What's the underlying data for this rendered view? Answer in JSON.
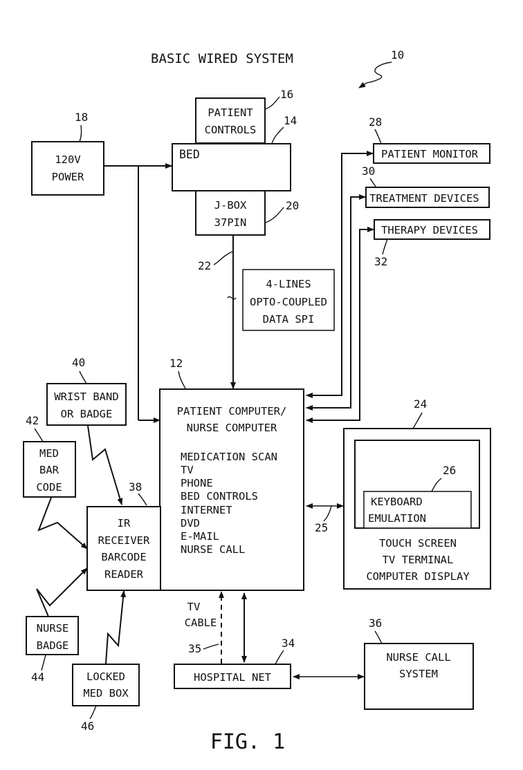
{
  "title": "BASIC WIRED SYSTEM",
  "figure_label": "FIG. 1",
  "refs": {
    "system": "10",
    "computer": "12",
    "bed": "14",
    "controls": "16",
    "power": "18",
    "jbox": "20",
    "cable22": "22",
    "touch": "24",
    "link25": "25",
    "keyboard": "26",
    "monitor": "28",
    "treatment": "30",
    "therapy": "32",
    "net": "34",
    "tvcable": "35",
    "nursecall": "36",
    "reader": "38",
    "wrist": "40",
    "medbar": "42",
    "badge": "44",
    "medbox": "46"
  },
  "boxes": {
    "power": [
      "120V",
      "POWER"
    ],
    "controls": [
      "PATIENT",
      "CONTROLS"
    ],
    "bed": "BED",
    "jbox": [
      "J-BOX",
      "37PIN"
    ],
    "opto": [
      "4-LINES",
      "OPTO-COUPLED",
      "DATA SPI"
    ],
    "monitor": "PATIENT MONITOR",
    "treatment": "TREATMENT DEVICES",
    "therapy": "THERAPY DEVICES",
    "wrist": [
      "WRIST BAND",
      "OR BADGE"
    ],
    "medbar": [
      "MED",
      "BAR",
      "CODE"
    ],
    "reader": [
      "IR",
      "RECEIVER",
      "BARCODE",
      "READER"
    ],
    "nursebadge": [
      "NURSE",
      "BADGE"
    ],
    "medbox": [
      "LOCKED",
      "MED BOX"
    ],
    "computer_title": [
      "PATIENT COMPUTER/",
      "NURSE COMPUTER"
    ],
    "computer_items": [
      "MEDICATION SCAN",
      "TV",
      "PHONE",
      "BED CONTROLS",
      "INTERNET",
      "DVD",
      "E-MAIL",
      "NURSE CALL"
    ],
    "keyboard": [
      "KEYBOARD",
      "EMULATION"
    ],
    "touch": [
      "TOUCH SCREEN",
      "TV TERMINAL",
      "COMPUTER DISPLAY"
    ],
    "tvcable": [
      "TV",
      "CABLE"
    ],
    "net": "HOSPITAL NET",
    "nursecall": [
      "NURSE CALL",
      "SYSTEM"
    ]
  }
}
